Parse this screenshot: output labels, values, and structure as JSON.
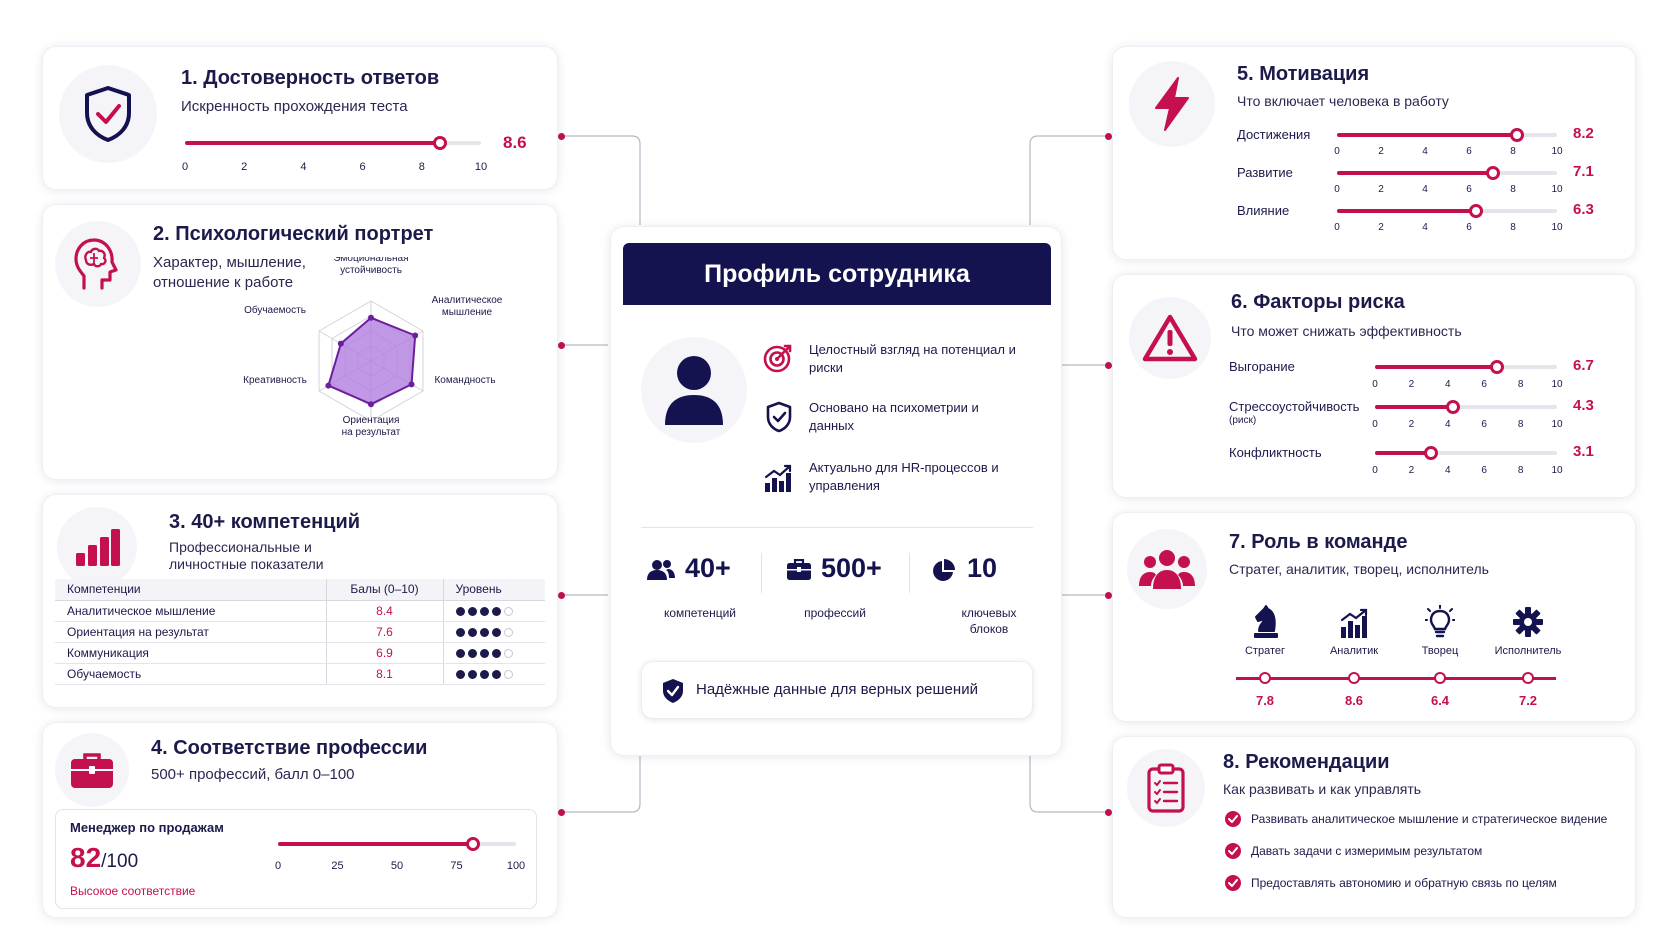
{
  "colors": {
    "accent": "#c4104f",
    "navy": "#14124f",
    "radar_fill": "#b07ee0"
  },
  "center": {
    "title": "Профиль сотрудника",
    "features": [
      {
        "icon": "target-icon",
        "text": "Целостный взгляд на потенциал и риски"
      },
      {
        "icon": "shield-check-icon",
        "text": "Основано на психометрии и данных"
      },
      {
        "icon": "growth-chart-icon",
        "text": "Актуально для HR-процессов и управления"
      }
    ],
    "stats": [
      {
        "icon": "users-icon",
        "value": "40+",
        "label": "компетенций"
      },
      {
        "icon": "briefcase-icon",
        "value": "500+",
        "label": "профессий"
      },
      {
        "icon": "pie-chart-icon",
        "value": "10",
        "label": "ключевых блоков"
      }
    ],
    "footer": "Надёжные данные для верных решений"
  },
  "block1": {
    "title": "1. Достоверность ответов",
    "subtitle": "Искренность прохождения теста",
    "value": 8.6,
    "value_text": "8.6",
    "ticks": [
      "0",
      "2",
      "4",
      "6",
      "8",
      "10"
    ]
  },
  "block2": {
    "title": "2. Психологический портрет",
    "subtitle_line1": "Характер, мышление,",
    "subtitle_line2": "отношение к работе",
    "axes": [
      {
        "line1": "Эмоциональная",
        "line2": "устойчивость",
        "value": 0.72
      },
      {
        "line1": "Аналитическое",
        "line2": "мышление",
        "value": 0.85
      },
      {
        "line1": "Командность",
        "line2": "",
        "value": 0.78
      },
      {
        "line1": "Ориентация",
        "line2": "на результат",
        "value": 0.72
      },
      {
        "line1": "Креативность",
        "line2": "",
        "value": 0.82
      },
      {
        "line1": "Обучаемость",
        "line2": "",
        "value": 0.58
      }
    ]
  },
  "block3": {
    "title": "3. 40+ компетенций",
    "subtitle_line1": "Профессиональные и",
    "subtitle_line2": "личностные показатели",
    "headers": [
      "Компетенции",
      "Балы (0–10)",
      "Уровень"
    ],
    "rows": [
      {
        "name": "Аналитическое мышление",
        "score": "8.4",
        "level": 4
      },
      {
        "name": "Ориентация на результат",
        "score": "7.6",
        "level": 4
      },
      {
        "name": "Коммуникация",
        "score": "6.9",
        "level": 4
      },
      {
        "name": "Обучаемость",
        "score": "8.1",
        "level": 4
      }
    ]
  },
  "block4": {
    "title": "4. Соответствие профессии",
    "subtitle": "500+ профессий, балл 0–100",
    "profession": "Менеджер по продажам",
    "score": "82",
    "score_suffix": "/100",
    "score_value": 82,
    "verdict": "Высокое соответствие",
    "ticks": [
      "0",
      "25",
      "50",
      "75",
      "100"
    ]
  },
  "block5": {
    "title": "5. Мотивация",
    "subtitle": "Что включает человека в работу",
    "items": [
      {
        "label": "Достижения",
        "value": 8.2,
        "value_text": "8.2"
      },
      {
        "label": "Развитие",
        "value": 7.1,
        "value_text": "7.1"
      },
      {
        "label": "Влияние",
        "value": 6.3,
        "value_text": "6.3"
      }
    ],
    "ticks": [
      "0",
      "2",
      "4",
      "6",
      "8",
      "10"
    ]
  },
  "block6": {
    "title": "6. Факторы риска",
    "subtitle": "Что может снижать эффективность",
    "items": [
      {
        "label": "Выгорание",
        "note": "",
        "value": 6.7,
        "value_text": "6.7"
      },
      {
        "label": "Стрессоустойчивость",
        "note": "(риск)",
        "value": 4.3,
        "value_text": "4.3"
      },
      {
        "label": "Конфликтность",
        "note": "",
        "value": 3.1,
        "value_text": "3.1"
      }
    ],
    "ticks": [
      "0",
      "2",
      "4",
      "6",
      "8",
      "10"
    ]
  },
  "block7": {
    "title": "7. Роль в команде",
    "subtitle": "Стратег, аналитик, творец, исполнитель",
    "roles": [
      {
        "icon": "chess-knight-icon",
        "label": "Стратег",
        "value": "7.8"
      },
      {
        "icon": "bar-growth-icon",
        "label": "Аналитик",
        "value": "8.6"
      },
      {
        "icon": "lightbulb-icon",
        "label": "Творец",
        "value": "6.4"
      },
      {
        "icon": "gear-icon",
        "label": "Исполнитель",
        "value": "7.2"
      }
    ]
  },
  "block8": {
    "title": "8. Рекомендации",
    "subtitle": "Как развивать и как управлять",
    "items": [
      "Развивать аналитическое мышление и стратегическое видение",
      "Давать задачи с измеримым результатом",
      "Предоставлять автономию и обратную связь по целям"
    ]
  }
}
